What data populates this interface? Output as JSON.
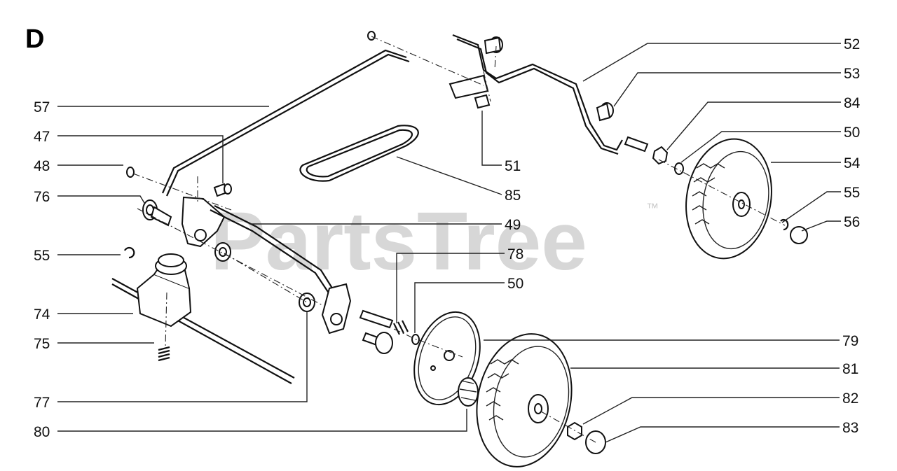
{
  "section_letter": "D",
  "watermark": {
    "text": "PartsTree",
    "mark": "™"
  },
  "colors": {
    "ink": "#111111",
    "watermark": "#c9c9c9",
    "background": "#ffffff"
  },
  "callouts": {
    "c52": "52",
    "c53": "53",
    "c84": "84",
    "c50a": "50",
    "c54": "54",
    "c55a": "55",
    "c56": "56",
    "c57": "57",
    "c47": "47",
    "c51": "51",
    "c48": "48",
    "c85": "85",
    "c76": "76",
    "c49": "49",
    "c55b": "55",
    "c78": "78",
    "c50b": "50",
    "c74": "74",
    "c79": "79",
    "c75": "75",
    "c81": "81",
    "c82": "82",
    "c77": "77",
    "c83": "83",
    "c80": "80"
  }
}
